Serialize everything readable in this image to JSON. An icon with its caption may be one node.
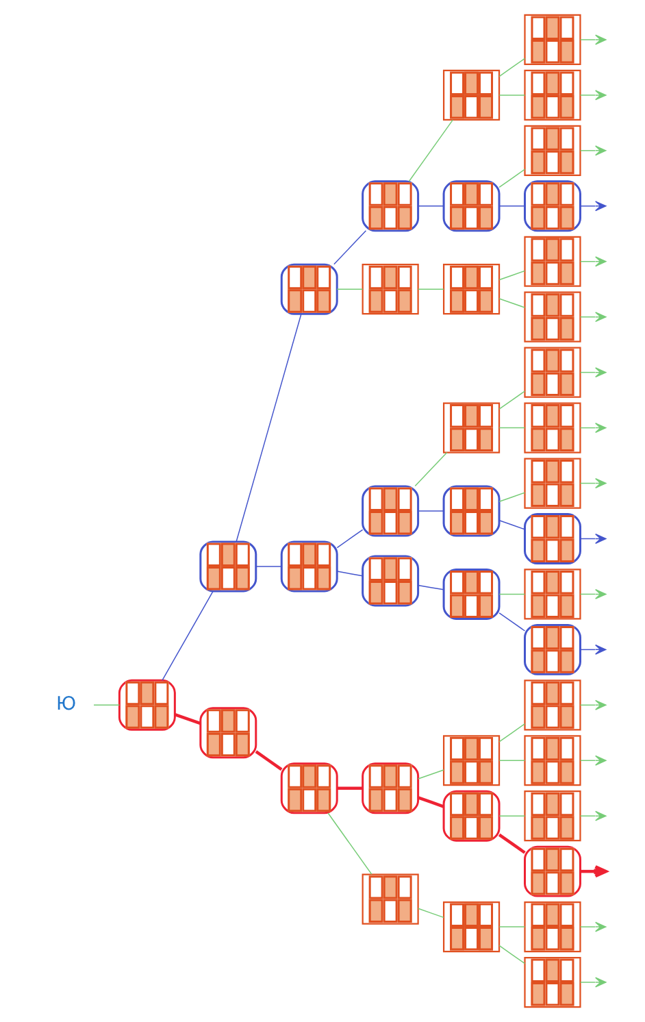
{
  "diagram": {
    "nodes": [
      {
        "text": [
          "Ю"
        ]
      },
      {
        "text": [],
        "shape": "box"
      },
      {
        "text": [],
        "shape": "box"
      },
      {
        "text": [],
        "shape": "box"
      },
      {
        "text": [],
        "shape": "box"
      },
      {
        "text": [],
        "shape": "box"
      },
      {
        "text": [],
        "shape": "box"
      },
      {
        "text": [],
        "shape": "box"
      },
      {
        "text": [],
        "shape": "box"
      },
      {
        "text": [],
        "shape": "box"
      },
      {
        "text": [],
        "shape": "box"
      },
      {
        "text": [],
        "shape": "box"
      },
      {
        "text": [],
        "shape": "box"
      },
      {
        "text": [],
        "shape": "box"
      },
      {
        "text": [],
        "shape": "box"
      },
      {
        "text": [],
        "shape": "box"
      },
      {
        "text": [],
        "shape": "box"
      },
      {
        "text": [],
        "shape": "box"
      },
      {
        "text": [],
        "shape": "box"
      },
      {
        "text": [],
        "shape": "box"
      },
      {
        "text": [],
        "shape": "box"
      },
      {
        "text": [],
        "shape": "box"
      },
      {
        "text": [],
        "shape": "box"
      },
      {
        "text": [],
        "shape": "box"
      },
      {
        "text": [],
        "shape": "box"
      },
      {
        "text": [],
        "shape": "box"
      },
      {
        "text": [],
        "shape": "box"
      },
      {
        "text": [],
        "shape": "box"
      },
      {
        "text": [],
        "shape": "box"
      },
      {
        "text": [],
        "shape": "box"
      },
      {
        "text": [],
        "shape": "box"
      },
      {
        "text": [],
        "shape": "box"
      },
      {
        "text": [],
        "shape": "box"
      },
      {
        "text": [],
        "shape": "box"
      },
      {
        "text": [],
        "shape": "box"
      },
      {
        "text": [],
        "shape": "box"
      },
      {
        "text": [],
        "shape": "box"
      },
      {
        "text": [],
        "shape": "box"
      },
      {
        "text": [],
        "shape": "box"
      },
      {
        "text": [],
        "shape": "box"
      }
    ],
    "edges": [
      {
        "from": 0,
        "to": 1,
        "arrow": "none"
      },
      {
        "from": 1,
        "to": 2,
        "arrow": "none",
        "color": "#4455cc"
      },
      {
        "from": 1,
        "to": 3,
        "arrow": "none",
        "style": "thick",
        "color": "#ee2233"
      },
      {
        "from": 2,
        "to": 4,
        "arrow": "none",
        "color": "#4455cc"
      },
      {
        "from": 2,
        "to": 5,
        "arrow": "none",
        "color": "#4455cc"
      },
      {
        "from": 3,
        "to": 6,
        "arrow": "none",
        "style": "thick",
        "color": "#ee2233"
      },
      {
        "from": 4,
        "to": 7,
        "arrow": "none",
        "color": "#4455cc"
      },
      {
        "from": 4,
        "to": 8,
        "arrow": "none"
      },
      {
        "from": 5,
        "to": 9,
        "arrow": "none",
        "color": "#4455cc"
      },
      {
        "from": 5,
        "to": 10,
        "arrow": "none",
        "color": "#4455cc"
      },
      {
        "from": 6,
        "to": 11,
        "arrow": "none",
        "style": "thick",
        "color": "#ee2233"
      },
      {
        "from": 6,
        "to": 12,
        "arrow": "none"
      },
      {
        "from": 7,
        "to": 13,
        "arrow": "none"
      },
      {
        "from": 7,
        "to": 14,
        "arrow": "none",
        "color": "#4455cc"
      },
      {
        "from": 8,
        "to": 15,
        "arrow": "none"
      },
      {
        "from": 9,
        "to": 16,
        "arrow": "none"
      },
      {
        "from": 9,
        "to": 17,
        "arrow": "none",
        "color": "#4455cc"
      },
      {
        "from": 10,
        "to": 18,
        "arrow": "none",
        "color": "#4455cc"
      },
      {
        "from": 11,
        "to": 19,
        "arrow": "none"
      },
      {
        "from": 11,
        "to": 20,
        "arrow": "none",
        "style": "thick",
        "color": "#ee2233"
      },
      {
        "from": 12,
        "to": 21,
        "arrow": "none"
      },
      {
        "from": 13,
        "to": 22,
        "arrow": "none"
      },
      {
        "from": 13,
        "to": 23,
        "arrow": "none"
      },
      {
        "from": 14,
        "to": 24,
        "arrow": "none"
      },
      {
        "from": 14,
        "to": 25,
        "arrow": "none",
        "color": "#4455cc"
      },
      {
        "from": 15,
        "to": 26,
        "arrow": "none"
      },
      {
        "from": 15,
        "to": 27,
        "arrow": "none"
      },
      {
        "from": 16,
        "to": 28,
        "arrow": "none"
      },
      {
        "from": 16,
        "to": 29,
        "arrow": "none"
      },
      {
        "from": 17,
        "to": 30,
        "arrow": "none"
      },
      {
        "from": 17,
        "to": 31,
        "arrow": "none",
        "color": "#4455cc"
      },
      {
        "from": 18,
        "to": 32,
        "arrow": "none"
      },
      {
        "from": 18,
        "to": 33,
        "arrow": "none",
        "color": "#4455cc"
      },
      {
        "from": 19,
        "to": 34,
        "arrow": "none"
      },
      {
        "from": 19,
        "to": 35,
        "arrow": "none"
      },
      {
        "from": 20,
        "to": 36,
        "arrow": "none"
      },
      {
        "from": 20,
        "to": 37,
        "arrow": "none",
        "style": "thick",
        "color": "#ee2233"
      },
      {
        "from": 21,
        "to": 38,
        "arrow": "none"
      },
      {
        "from": 21,
        "to": 39,
        "arrow": "none"
      },
      {
        "from": 22,
        "to": null,
        "arrow": "to"
      },
      {
        "from": 23,
        "to": null,
        "arrow": "to"
      },
      {
        "from": 24,
        "to": null,
        "arrow": "to"
      },
      {
        "from": 25,
        "to": null,
        "arrow": "to",
        "color": "#4455cc"
      },
      {
        "from": 26,
        "to": null,
        "arrow": "to"
      },
      {
        "from": 27,
        "to": null,
        "arrow": "to"
      },
      {
        "from": 28,
        "to": null,
        "arrow": "to"
      },
      {
        "from": 29,
        "to": null,
        "arrow": "to"
      },
      {
        "from": 30,
        "to": null,
        "arrow": "to"
      },
      {
        "from": 31,
        "to": null,
        "arrow": "to",
        "color": "#4455cc"
      },
      {
        "from": 32,
        "to": null,
        "arrow": "to"
      },
      {
        "from": 33,
        "to": null,
        "arrow": "to",
        "color": "#4455cc"
      },
      {
        "from": 34,
        "to": null,
        "arrow": "to"
      },
      {
        "from": 35,
        "to": null,
        "arrow": "to"
      },
      {
        "from": 36,
        "to": null,
        "arrow": "to"
      },
      {
        "from": 37,
        "to": null,
        "arrow": "to",
        "style": "thick",
        "color": "#ee2233"
      },
      {
        "from": 38,
        "to": null,
        "arrow": "to"
      },
      {
        "from": 39,
        "to": null,
        "arrow": "to"
      }
    ]
  }
}
